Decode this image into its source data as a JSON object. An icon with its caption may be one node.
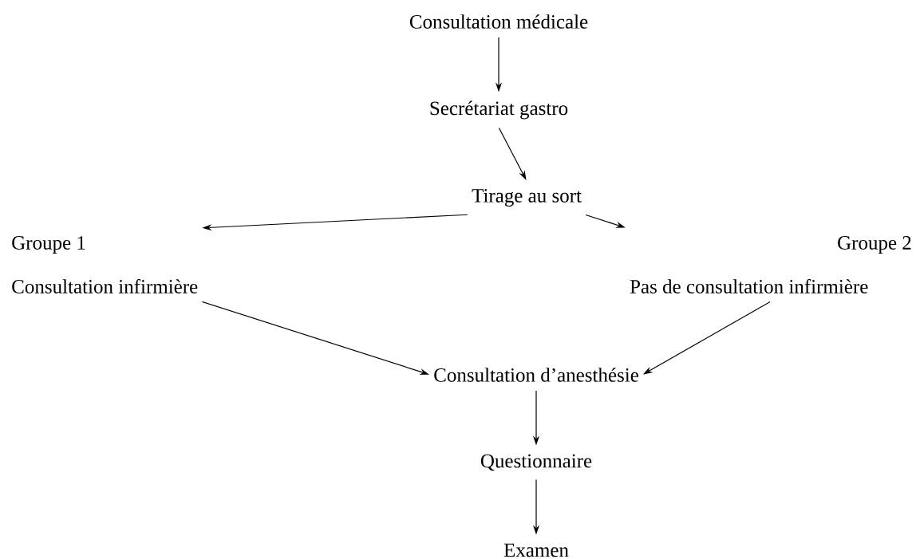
{
  "diagram": {
    "nodes": [
      {
        "text": [
          "Consultation médicale"
        ]
      },
      {
        "text": [
          "Secrétariat gastro"
        ]
      },
      {
        "text": [
          "Tirage au sort"
        ]
      },
      {
        "text": [
          "Groupe 1",
          "Consultation infirmière"
        ]
      },
      {
        "text": [
          "Groupe 2",
          "Pas de consultation infirmière"
        ]
      },
      {
        "text": [
          "Consultation d’anesthésie"
        ]
      },
      {
        "text": [
          "Questionnaire"
        ]
      },
      {
        "text": [
          "Examen"
        ]
      }
    ],
    "edges": [
      {
        "from": 0,
        "to": 1,
        "arrow": "to"
      },
      {
        "from": 1,
        "to": 2,
        "arrow": "to"
      },
      {
        "from": 2,
        "to": 3,
        "arrow": "to"
      },
      {
        "from": 2,
        "to": 4,
        "arrow": "to"
      },
      {
        "from": 3,
        "to": 5,
        "arrow": "to"
      },
      {
        "from": 4,
        "to": 5,
        "arrow": "to"
      },
      {
        "from": 5,
        "to": 6,
        "arrow": "to"
      },
      {
        "from": 6,
        "to": 7,
        "arrow": "to"
      }
    ]
  }
}
